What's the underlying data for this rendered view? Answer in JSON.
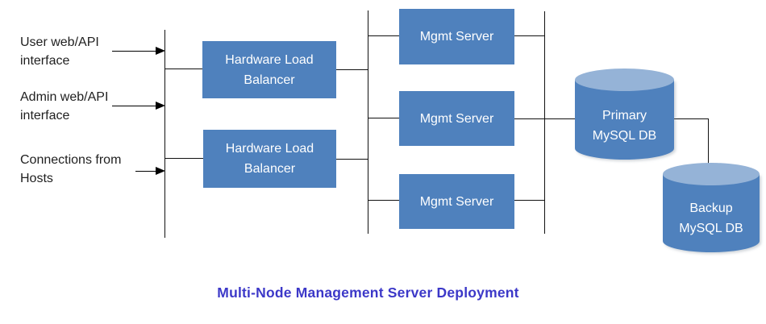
{
  "title": "Multi-Node Management Server Deployment",
  "inputs": [
    {
      "line1": "User web/API",
      "line2": "interface"
    },
    {
      "line1": "Admin web/API",
      "line2": "interface"
    },
    {
      "line1": "Connections from",
      "line2": "Hosts"
    }
  ],
  "load_balancers": [
    {
      "line1": "Hardware Load",
      "line2": "Balancer"
    },
    {
      "line1": "Hardware Load",
      "line2": "Balancer"
    }
  ],
  "mgmt_servers": [
    {
      "label": "Mgmt Server"
    },
    {
      "label": "Mgmt Server"
    },
    {
      "label": "Mgmt Server"
    }
  ],
  "databases": [
    {
      "line1": "Primary",
      "line2": "MySQL DB"
    },
    {
      "line1": "Backup",
      "line2": "MySQL DB"
    }
  ],
  "colors": {
    "node_fill": "#4F81BD",
    "cylinder_top": "#95B3D7",
    "title": "#3C38C8",
    "line": "#111111",
    "node_text": "#FFFFFF",
    "label_text": "#1F1F1F"
  }
}
